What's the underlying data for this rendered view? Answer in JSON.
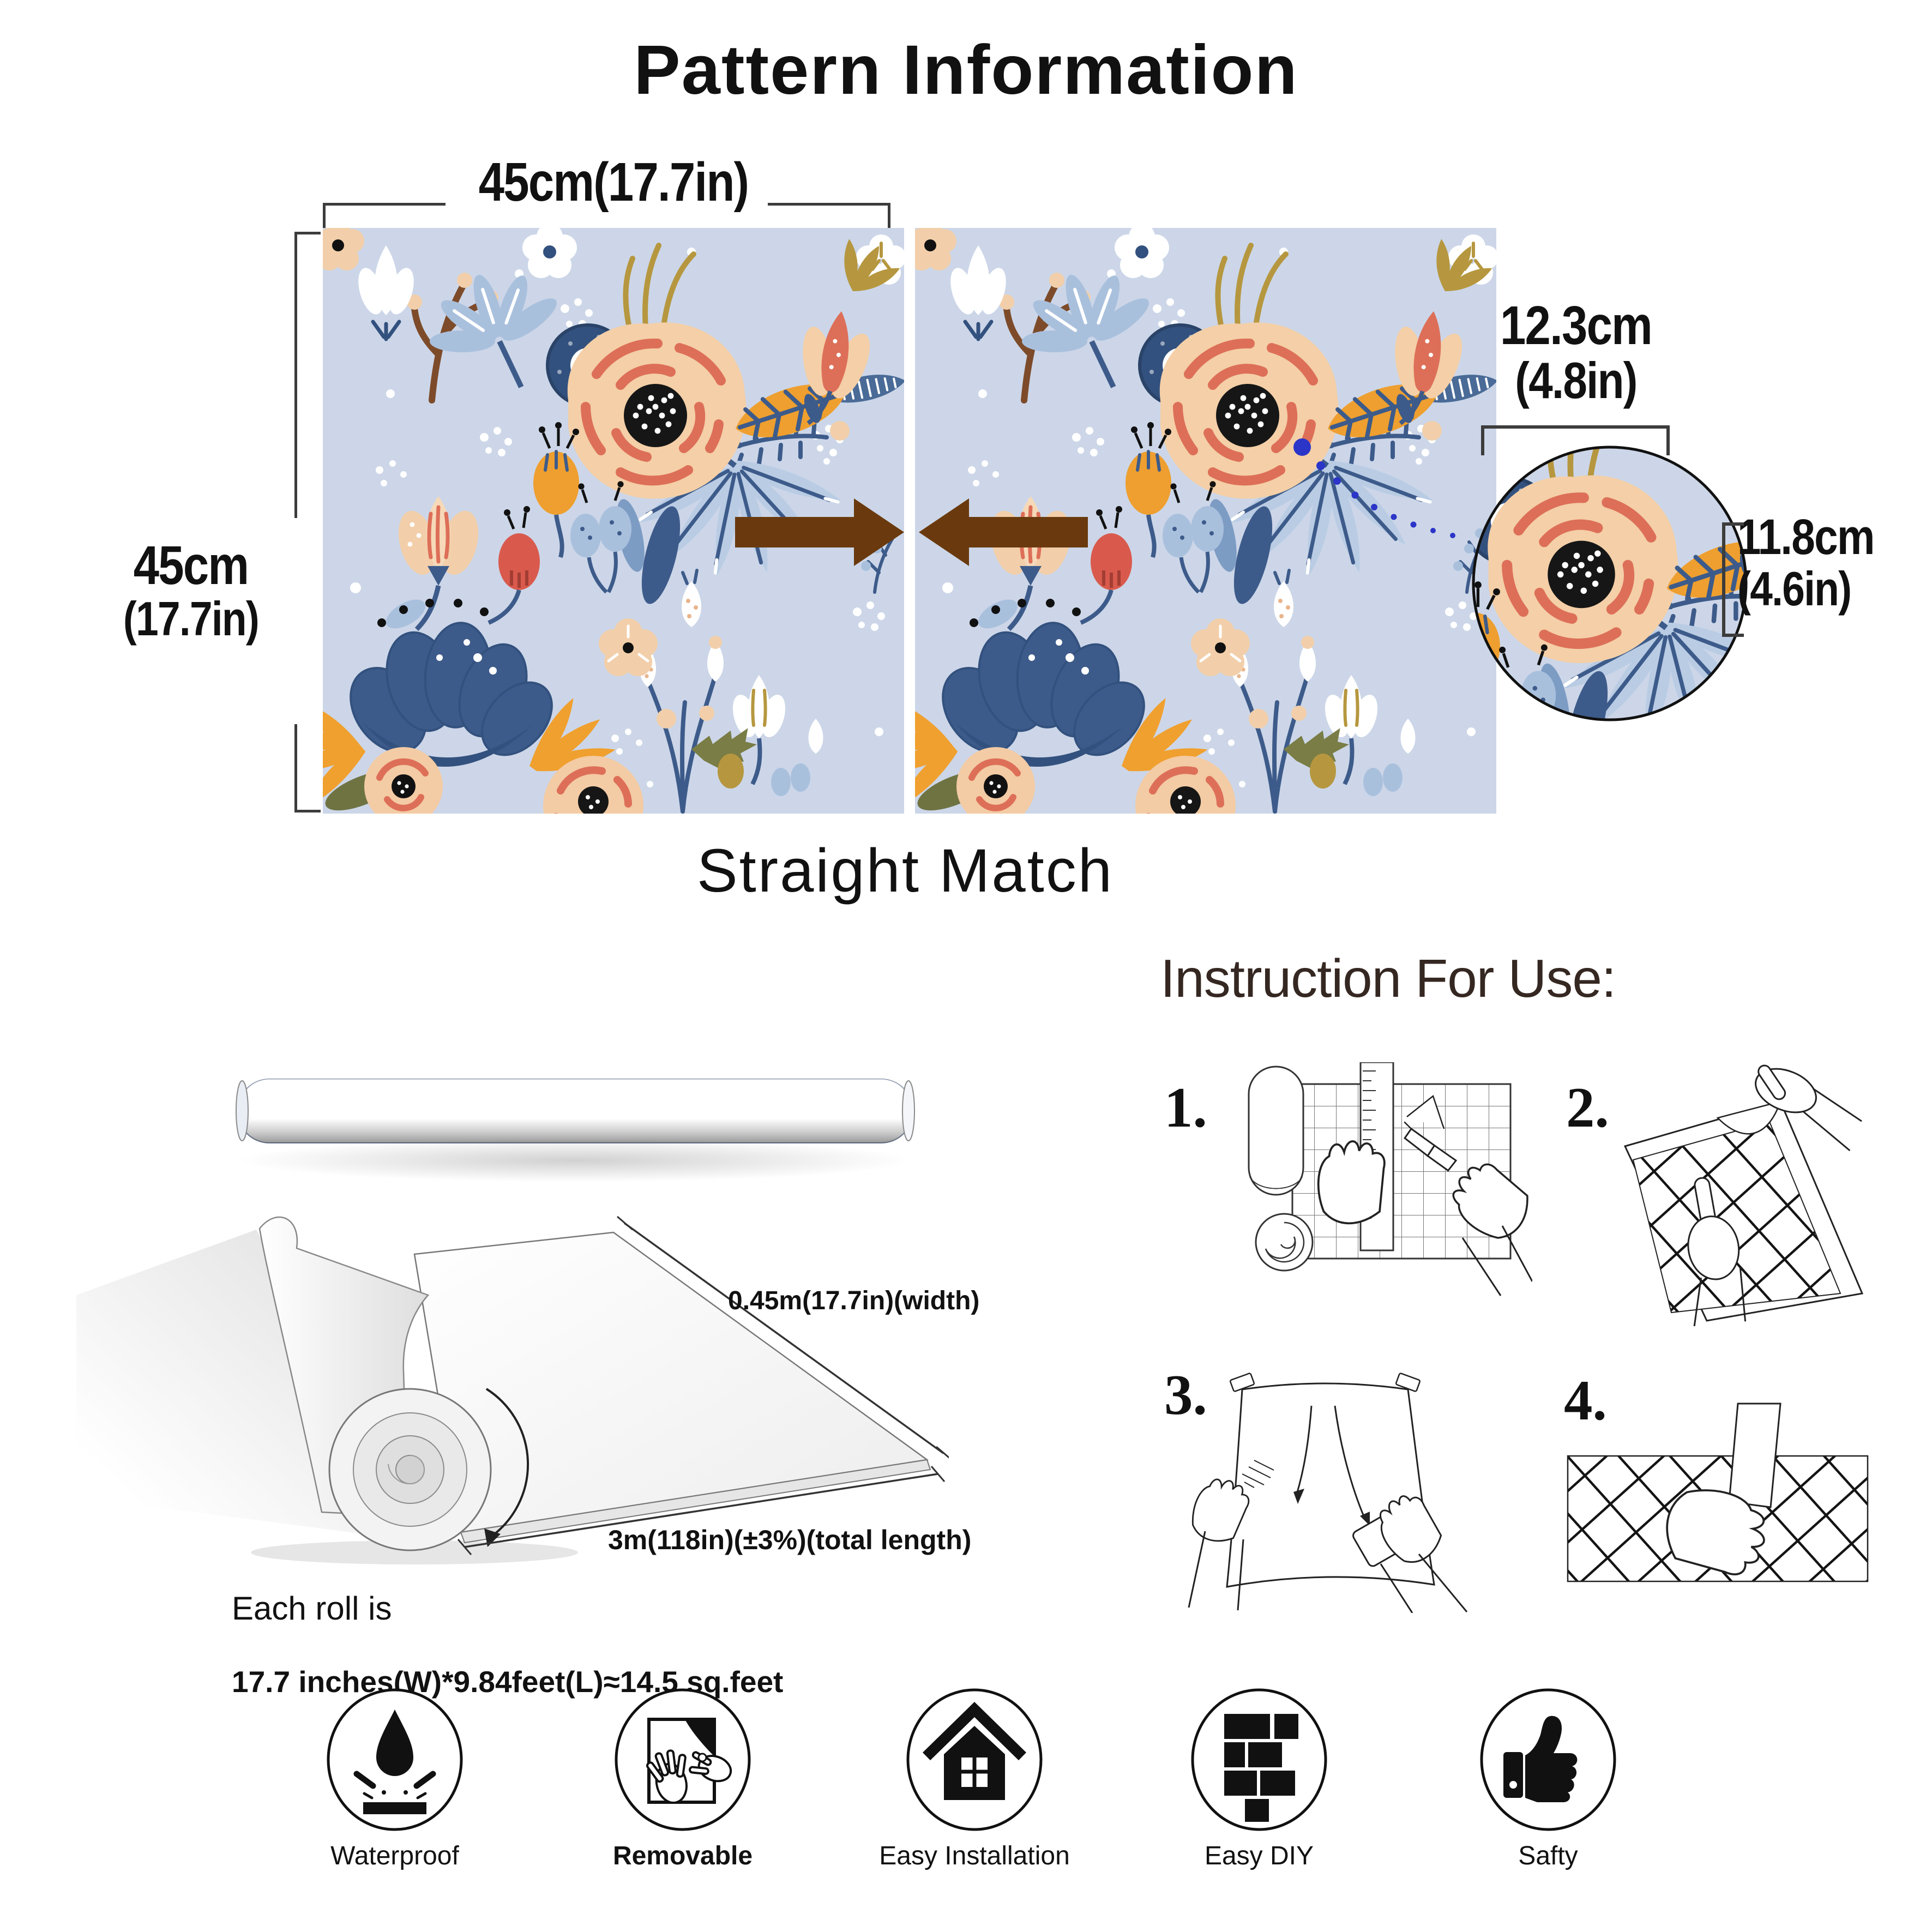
{
  "title": "Pattern Information",
  "pattern": {
    "top_width_label": "45cm(17.7in)",
    "left_height_line1": "45cm",
    "left_height_line2": "(17.7in)",
    "match_type": "Straight Match",
    "detail_width_line1": "12.3cm",
    "detail_width_line2": "(4.8in)",
    "detail_height_line1": "11.8cm",
    "detail_height_line2": "(4.6in)"
  },
  "roll": {
    "width_label": "0.45m(17.7in)(width)",
    "length_label": "3m(118in)(±3%)(total length)",
    "size_line1": "Each roll is",
    "size_line2": "17.7 inches(W)*9.84feet(L)≈14.5 sq.feet"
  },
  "instructions": {
    "heading": "Instruction For Use:",
    "steps": [
      {
        "number": "1.",
        "icon": "cut-roll-with-ruler-illustration"
      },
      {
        "number": "2.",
        "icon": "peel-backing-illustration"
      },
      {
        "number": "3.",
        "icon": "hang-and-smooth-illustration"
      },
      {
        "number": "4.",
        "icon": "press-flat-illustration"
      }
    ]
  },
  "features": [
    {
      "label": "Waterproof",
      "icon": "water-drop-icon"
    },
    {
      "label": "Removable",
      "icon": "peel-corner-icon"
    },
    {
      "label": "Easy Installation",
      "icon": "house-icon"
    },
    {
      "label": "Easy DIY",
      "icon": "brick-wall-icon"
    },
    {
      "label": "Safty",
      "icon": "thumbs-up-icon"
    }
  ],
  "colors": {
    "pattern_background": "#ccd6e8",
    "arrow_brown": "#6a3a0e",
    "dotted_line_blue": "#2b35c8",
    "heading_brown": "#352721",
    "text_black": "#111111"
  }
}
